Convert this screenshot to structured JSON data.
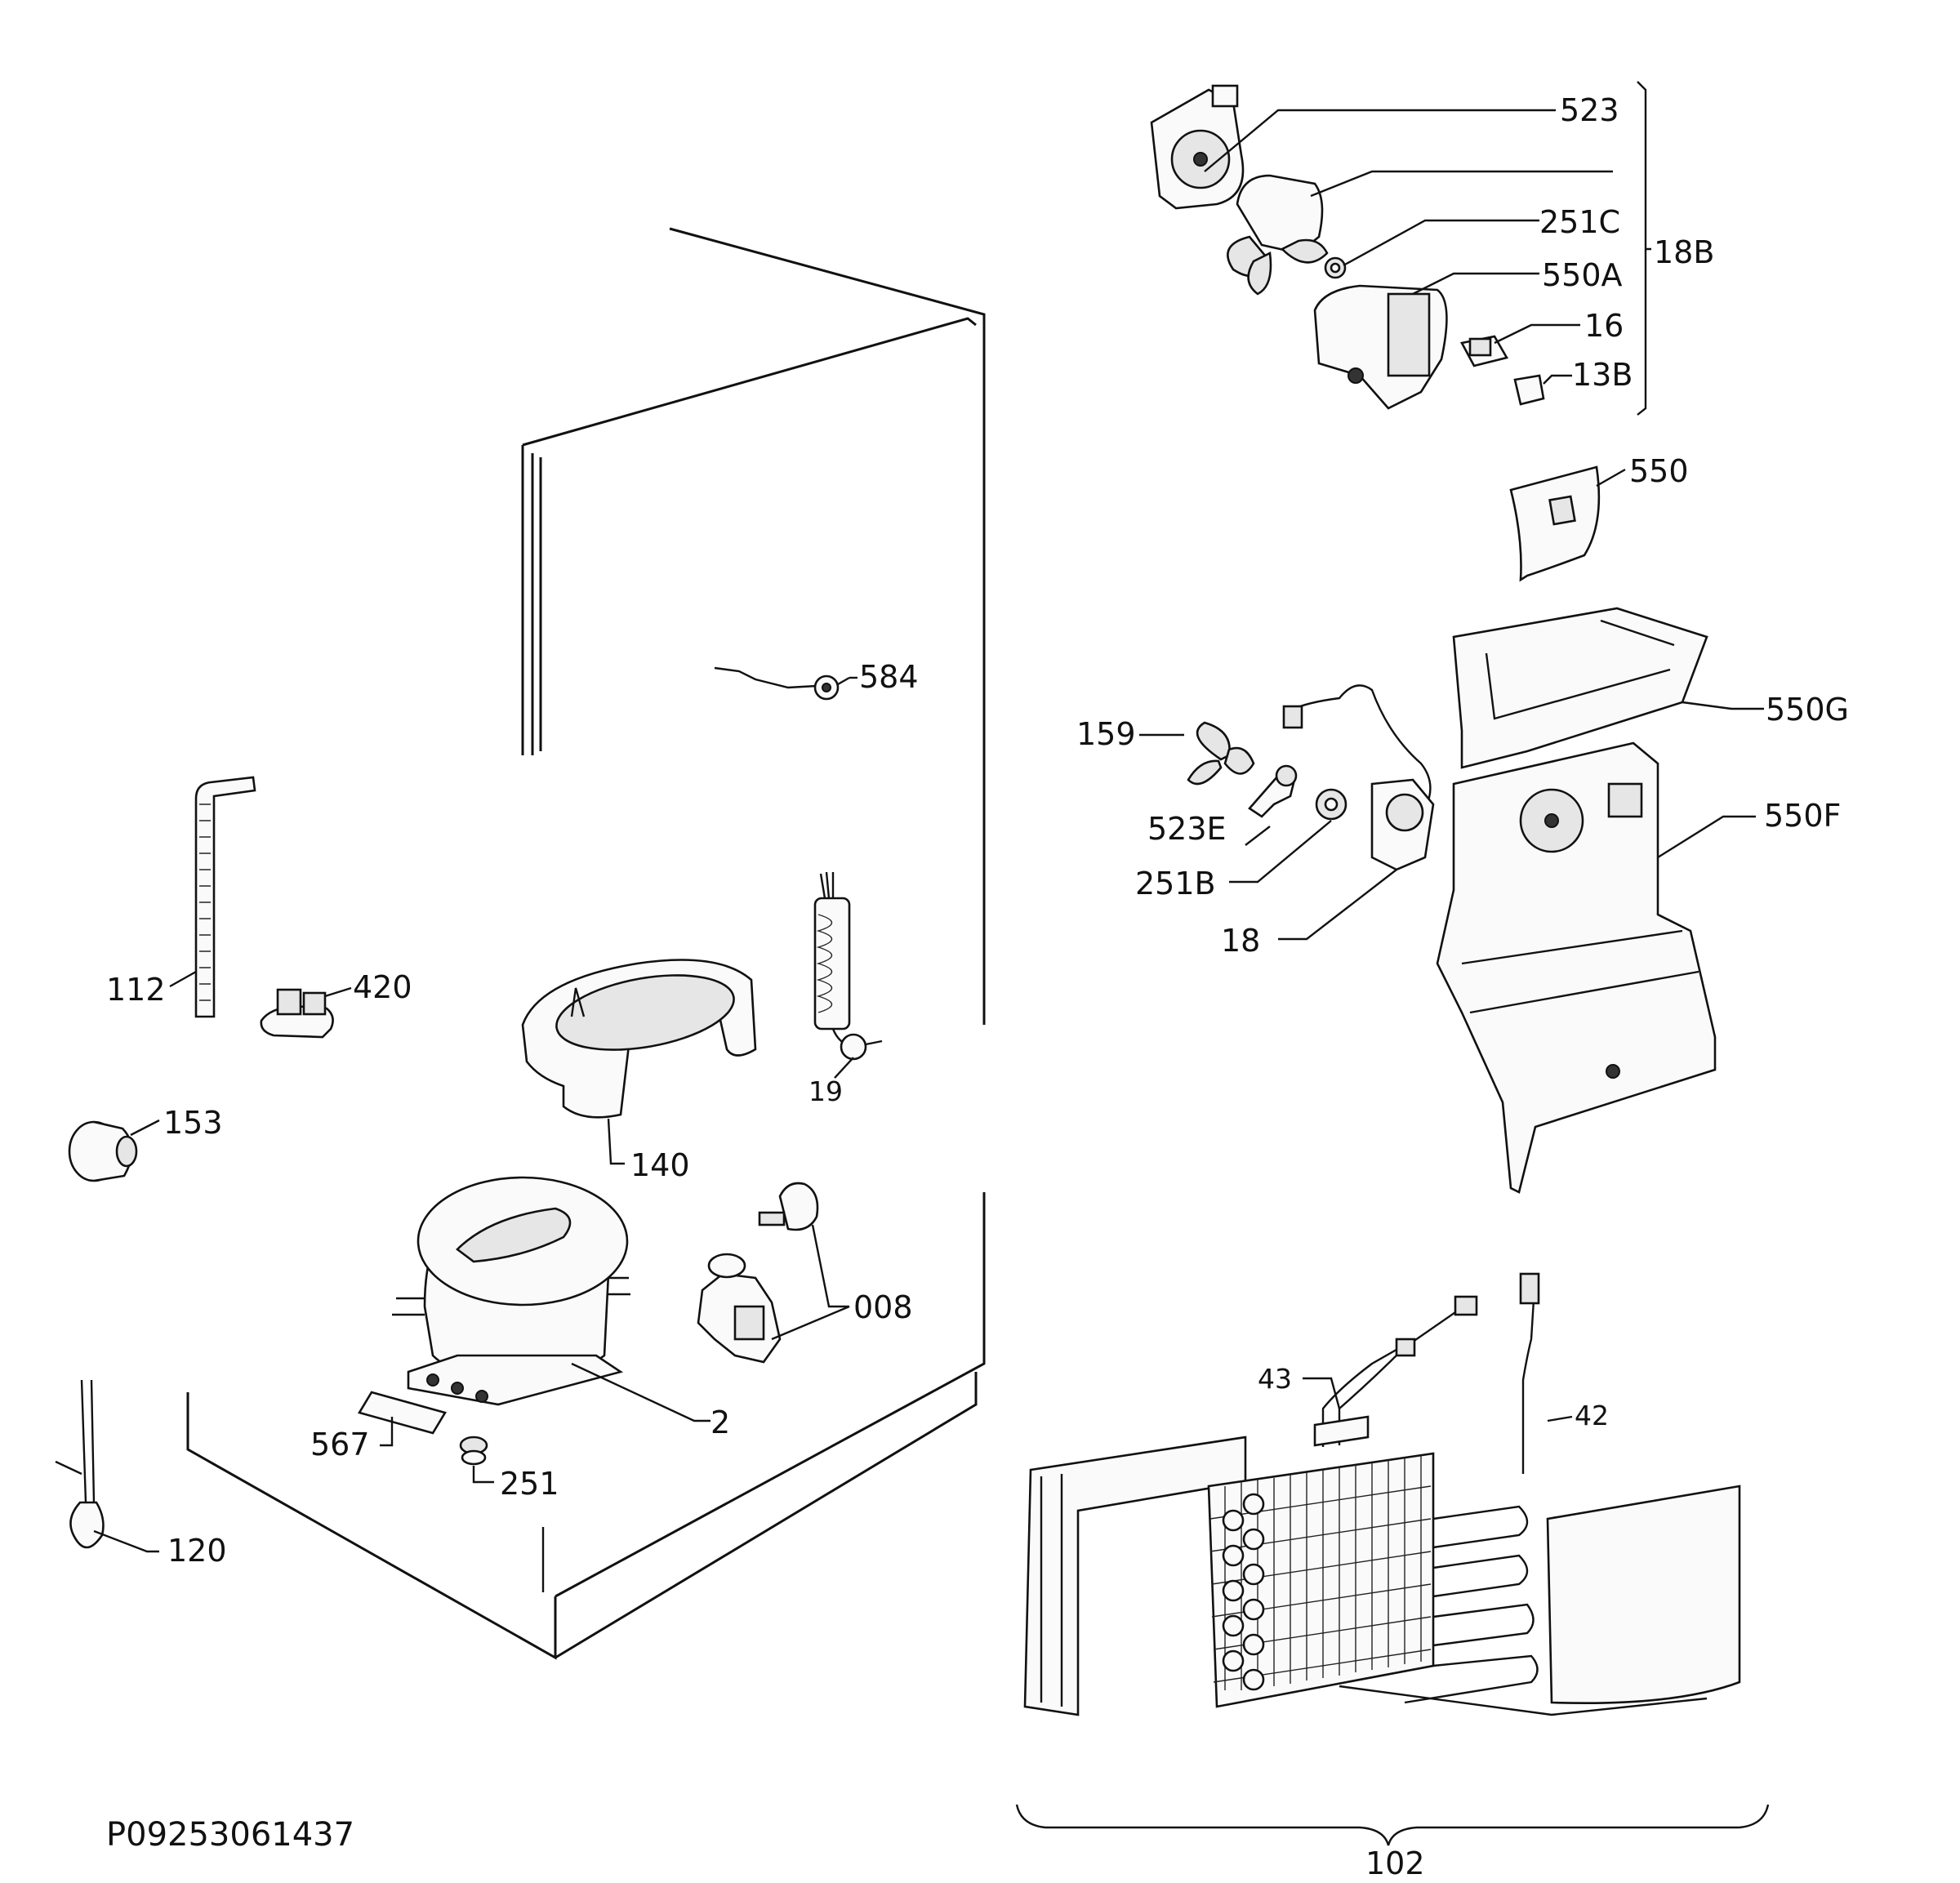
{
  "drawing_code": "P09253061437",
  "labels": {
    "p523": "523",
    "p251c": "251C",
    "p18b": "18B",
    "p550a": "550A",
    "p16": "16",
    "p13b": "13B",
    "p550": "550",
    "p584": "584",
    "p550g": "550G",
    "p159": "159",
    "p550f": "550F",
    "p523e": "523E",
    "p251b": "251B",
    "p18": "18",
    "p112": "112",
    "p420": "420",
    "p19": "19",
    "p153": "153",
    "p140": "140",
    "p008": "008",
    "p2": "2",
    "p567": "567",
    "p251": "251",
    "p120": "120",
    "p43": "43",
    "p42": "42",
    "p102": "102"
  }
}
